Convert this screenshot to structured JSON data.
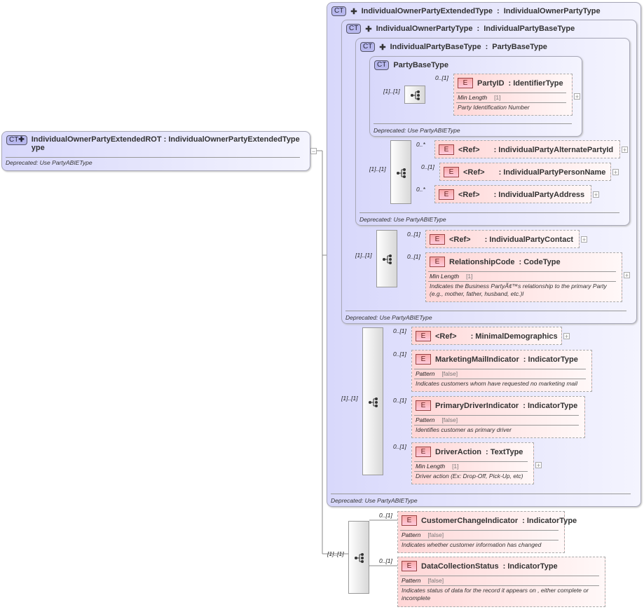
{
  "root": {
    "badge": "CT",
    "title": "IndividualOwnerPartyExtendedROT : IndividualOwnerPartyExtendedType",
    "title_wrap": "ype",
    "deprecated": "Deprecated: Use PartyABIEType"
  },
  "complex_types": [
    {
      "id": "ct1",
      "badge": "CT",
      "name": "IndividualOwnerPartyExtendedType",
      "base": "IndividualOwnerPartyType",
      "deprecated": "Deprecated: Use PartyABIEType"
    },
    {
      "id": "ct2",
      "badge": "CT",
      "name": "IndividualOwnerPartyType",
      "base": "IndividualPartyBaseType",
      "deprecated": "Deprecated: Use PartyABIEType"
    },
    {
      "id": "ct3",
      "badge": "CT",
      "name": "IndividualPartyBaseType",
      "base": "PartyBaseType",
      "deprecated": "Deprecated: Use PartyABIEType"
    },
    {
      "id": "ct4",
      "badge": "CT",
      "name": "PartyBaseType",
      "base": "",
      "deprecated": "Deprecated: Use PartyABIEType"
    }
  ],
  "sequences": [
    {
      "id": "s1",
      "cardinality": "[1]..[1]"
    },
    {
      "id": "s2",
      "cardinality": "[1]..[1]"
    },
    {
      "id": "s3",
      "cardinality": "[1]..[1]"
    },
    {
      "id": "s4",
      "cardinality": "[1]..[1]"
    },
    {
      "id": "s5",
      "cardinality": "[1]..[1]"
    }
  ],
  "elements": [
    {
      "id": "e1",
      "badge": "E",
      "name": "PartyID",
      "type": ": IdentifierType",
      "cardinality": "0..[1]",
      "facet": "Min Length",
      "facet_value": "[1]",
      "doc": "Party Identification Number"
    },
    {
      "id": "e2",
      "badge": "E",
      "name": "<Ref>",
      "type": ": IndividualPartyAlternatePartyId",
      "cardinality": "0..*"
    },
    {
      "id": "e3",
      "badge": "E",
      "name": "<Ref>",
      "type": ": IndividualPartyPersonName",
      "cardinality": "0..[1]"
    },
    {
      "id": "e4",
      "badge": "E",
      "name": "<Ref>",
      "type": ": IndividualPartyAddress",
      "cardinality": "0..*"
    },
    {
      "id": "e5",
      "badge": "E",
      "name": "<Ref>",
      "type": ": IndividualPartyContact",
      "cardinality": "0..[1]"
    },
    {
      "id": "e6",
      "badge": "E",
      "name": "RelationshipCode",
      "type": ": CodeType",
      "cardinality": "0..[1]",
      "facet": "Min Length",
      "facet_value": "[1]",
      "doc": "Indicates the Business PartyÃ¢™s relationship to the primary Party (e.g., mother, father, husband, etc.)l"
    },
    {
      "id": "e7",
      "badge": "E",
      "name": "<Ref>",
      "type": ": MinimalDemographics",
      "cardinality": "0..[1]"
    },
    {
      "id": "e8",
      "badge": "E",
      "name": "MarketingMailIndicator",
      "type": ": IndicatorType",
      "cardinality": "0..[1]",
      "facet": "Pattern",
      "facet_value": "[false]",
      "doc": "Indicates customers whom have requested no marketing mail"
    },
    {
      "id": "e9",
      "badge": "E",
      "name": "PrimaryDriverIndicator",
      "type": ": IndicatorType",
      "cardinality": "0..[1]",
      "facet": "Pattern",
      "facet_value": "[false]",
      "doc": "Identifies customer as primary driver"
    },
    {
      "id": "e10",
      "badge": "E",
      "name": "DriverAction",
      "type": ": TextType",
      "cardinality": "0..[1]",
      "facet": "Min Length",
      "facet_value": "[1]",
      "doc": "Driver action (Ex: Drop-Off, Pick-Up, etc)"
    },
    {
      "id": "e11",
      "badge": "E",
      "name": "CustomerChangeIndicator",
      "type": ": IndicatorType",
      "cardinality": "0..[1]",
      "facet": "Pattern",
      "facet_value": "[false]",
      "doc": "Indicates whether customer information has changed"
    },
    {
      "id": "e12",
      "badge": "E",
      "name": "DataCollectionStatus",
      "type": ": IndicatorType",
      "cardinality": "0..[1]",
      "facet": "Pattern",
      "facet_value": "[false]",
      "doc": "Indicates status of data for the record it appears on , either complete or incomplete"
    }
  ]
}
